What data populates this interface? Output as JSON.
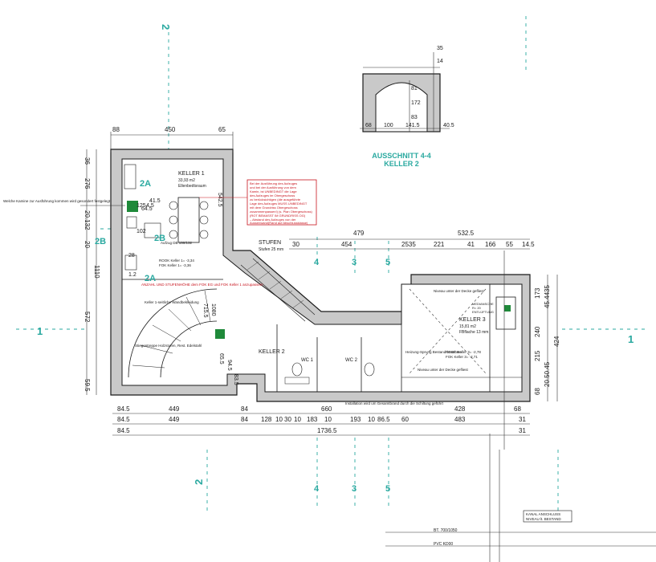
{
  "plan": {
    "keller1": {
      "title": "KELLER 1",
      "area": "33,93 m2",
      "use": "Ellenbedtsraum"
    },
    "keller2": {
      "title": "KELLER 2"
    },
    "keller3": {
      "title": "KELLER 3",
      "area": "15,81 m2",
      "sub": "FBflache 13 mm"
    },
    "wc1": "WC 1",
    "wc2": "WC 2",
    "stufen": {
      "title": "STUFEN",
      "sub": "Stufen 25 mm"
    },
    "detail": {
      "title": "AUSSCHNITT 4-4",
      "sub": "KELLER 2",
      "dims": [
        "68",
        "100",
        "141.5",
        "40.5",
        "35",
        "14",
        "81",
        "172",
        "83"
      ]
    },
    "left_note": "Welche Kamine zur Ausführung kommen wird gesondert festgelegt",
    "red_note": [
      "Bei der Ausführung des Aufzuges",
      "und bei der Ausführung von dem",
      "Kamin, ist UNBEDINGT die Lage",
      "des Aufzuges im Obergeschoss",
      "zu berücksichtigen (die ausgeführte",
      "Lage des Aufzuges MUSS UNBEDINGT",
      "mit dem Grundriss Obergeschoss",
      "zusammenpassen!) (s. Plan Obergeschoss)",
      "(ROT BEMASST IM GRUNDRISS OG)",
      "– Abstand des Aufzuges von der",
      "Aussenwand(Rand auf Abschlussklasse)"
    ],
    "rook1": "ROOK Keller 1= -3,34",
    "fok1": "FOK Keller 1= -3,36",
    "aufzug": "Aufzug DB 150/132",
    "anzahl_note": "ANZAHL UND STUFENHÖHE dem FOK EG und FOK Keller 1 anzupassen!",
    "stiege": "Stiegentreppe Holzstufen, Rest. Edelstahl",
    "keller1_wall": "Keller 1-seitliche Wandbekleidung",
    "medien": [
      "MEDIANSCHE",
      "R= 20",
      "ENTLÜFTUNG"
    ],
    "rook3": "ROOK Keller 3= -2,78",
    "fok3": "FOK Keller 3= -2,71",
    "heiz": "Heizung-Sprung Bestand beachten",
    "no_decke": "Niveau unter der Decke gefliest",
    "installation": "Installation wird um Gesamtbrand durch die Schiltung geführt",
    "cuts": [
      "1",
      "1",
      "2",
      "2",
      "2A",
      "2A",
      "2B",
      "2B",
      "3",
      "3",
      "4",
      "4",
      "5",
      "5"
    ],
    "dims": {
      "top": [
        "88",
        "450",
        "65"
      ],
      "top_right1": [
        "479",
        "532.5"
      ],
      "top_right2": [
        "30",
        "454",
        "2535",
        "221",
        "41",
        "166",
        "55",
        "14.5"
      ],
      "bottom1": [
        "84.5",
        "449",
        "84",
        "660",
        "428",
        "68"
      ],
      "bottom2": [
        "84.5",
        "449",
        "84",
        "128",
        "10",
        "30",
        "10",
        "183",
        "10",
        "193",
        "10",
        "86.5",
        "60",
        "483",
        "31"
      ],
      "bottom3": [
        "84.5",
        "1736.5",
        "31"
      ],
      "left": [
        "36",
        "276",
        "20.132",
        "20",
        "1110",
        "572",
        "59.5"
      ],
      "right": [
        "173",
        "45.4435",
        "240",
        "424",
        "215",
        "20.50.45",
        "68"
      ],
      "inner": [
        "542.5",
        "715.5",
        "1080",
        "65.5",
        "94.5",
        "83.5",
        "125",
        "102",
        "41.5",
        "64.5",
        "28",
        "1.2",
        "4.5"
      ]
    },
    "legend": {
      "kanal": "KANAL ANSCHLUSS",
      "niveau": "NIVEAU lt. BESTAND",
      "bt": "BT. 700/1050",
      "pvc": "PVC KD00"
    }
  },
  "colors": {
    "section": "#2aa9a0",
    "red": "#c8141e",
    "green": "#1f8a3a",
    "wall": "#c9c9c9"
  }
}
